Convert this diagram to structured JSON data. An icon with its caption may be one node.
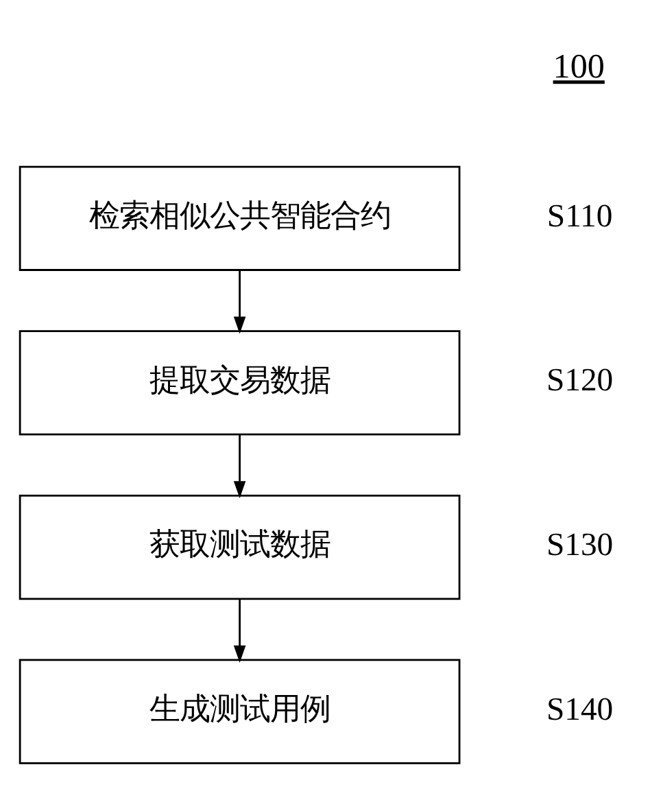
{
  "diagram": {
    "nodes": [
      {
        "text": [
          "检索相似公共智能合约"
        ],
        "beside": [
          "S110"
        ]
      },
      {
        "text": [
          "提取交易数据"
        ],
        "beside": [
          "S120"
        ]
      },
      {
        "text": [
          "获取测试数据"
        ],
        "beside": [
          "S130"
        ]
      },
      {
        "text": [
          "生成测试用例"
        ],
        "beside": [
          "S140"
        ]
      }
    ],
    "edges": [
      {
        "from": 0,
        "to": 1,
        "arrow": "to"
      },
      {
        "from": 1,
        "to": 2,
        "arrow": "to"
      },
      {
        "from": 2,
        "to": 3,
        "arrow": "to"
      }
    ],
    "labels": [
      "100"
    ]
  }
}
